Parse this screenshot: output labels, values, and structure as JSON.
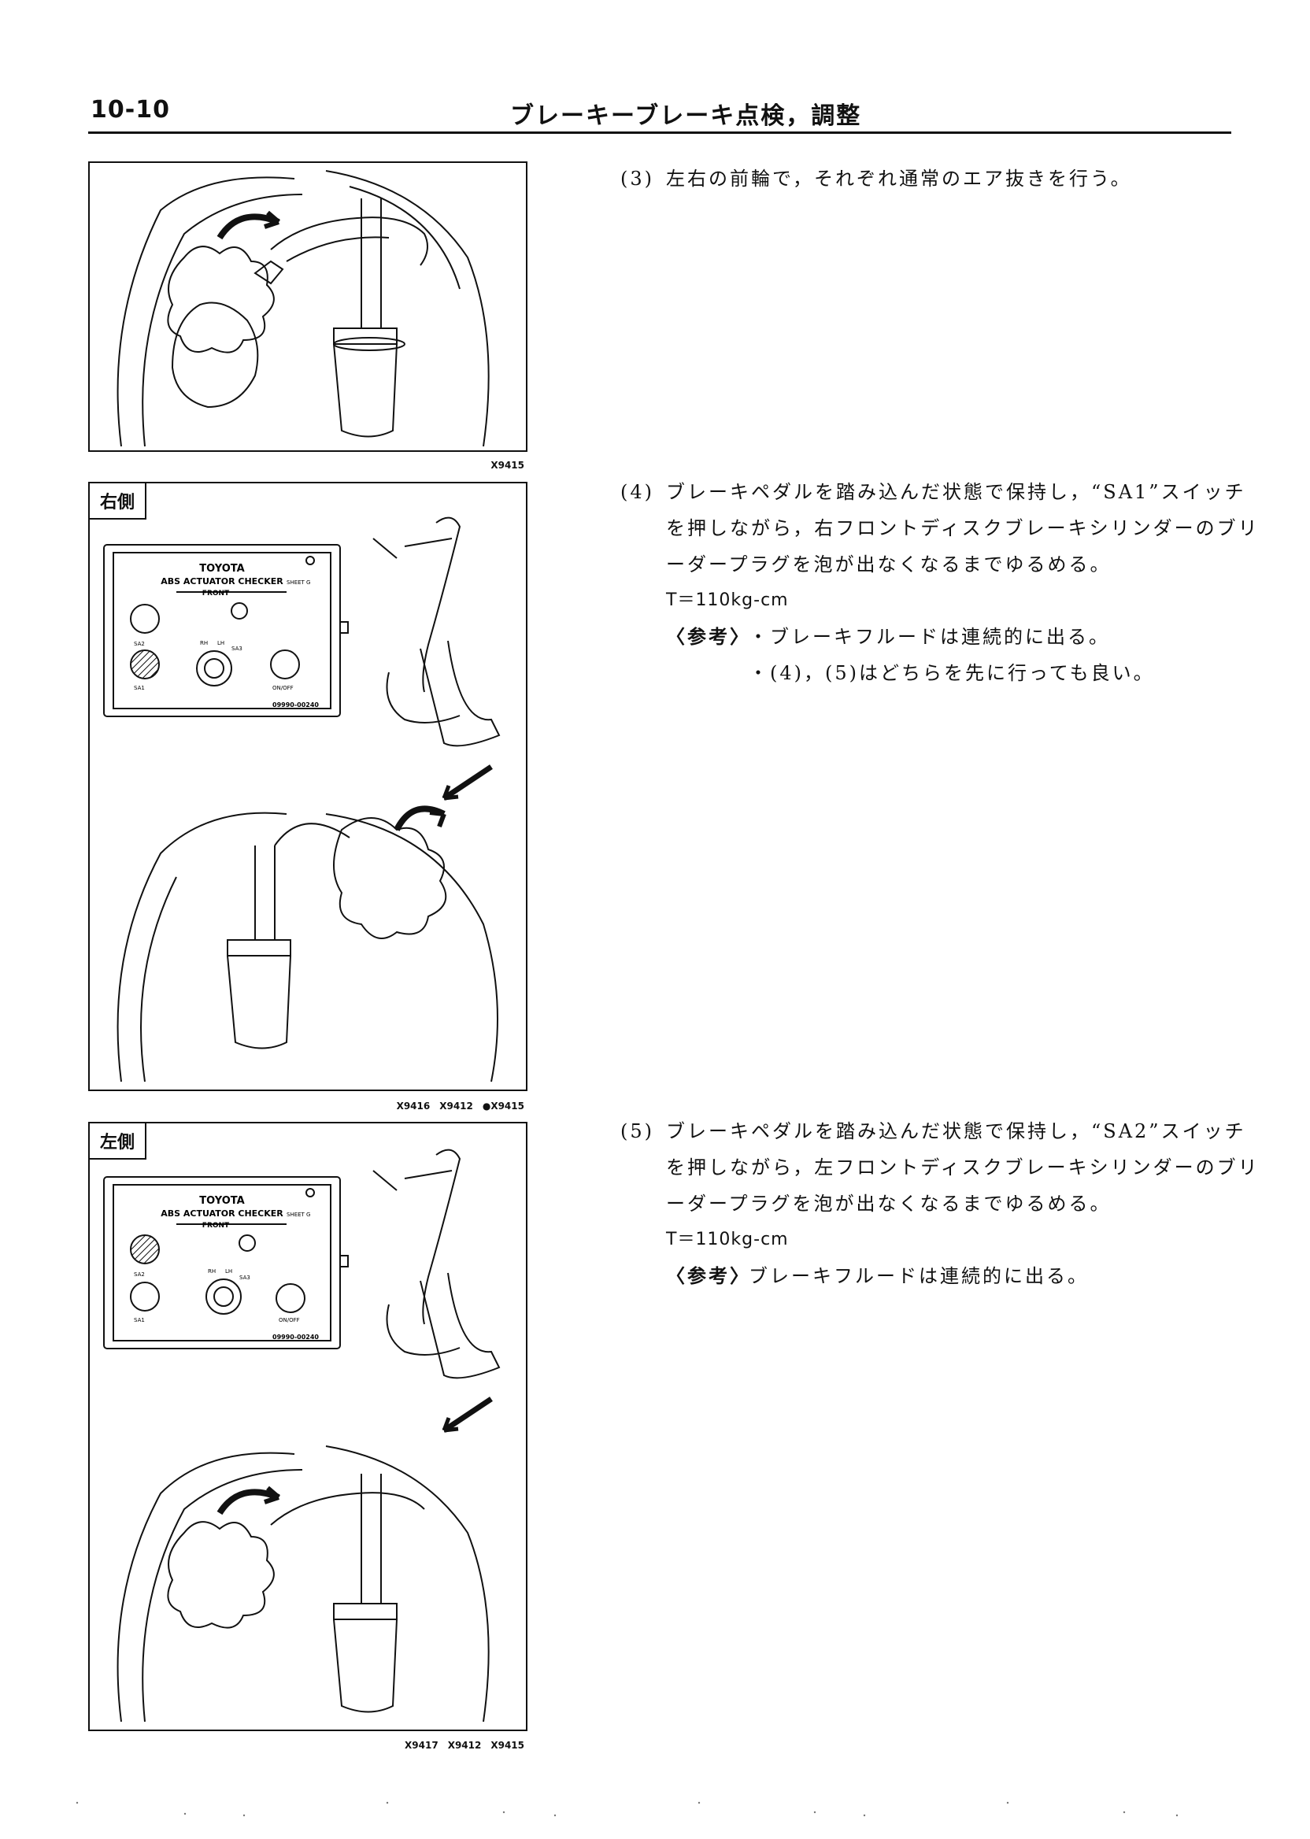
{
  "header": {
    "page_number": "10-10",
    "title": "ブレーキーブレーキ点検，調整"
  },
  "figures": [
    {
      "codes": "X9415"
    },
    {
      "label": "右側",
      "codes": "X9416　X9412　●X9415",
      "checker": {
        "brand": "TOYOTA",
        "name": "ABS ACTUATOR CHECKER",
        "front": "FRONT",
        "sheet": "SHEET G",
        "sa2": "SA2",
        "sa1": "SA1",
        "sa3": "SA3",
        "rh": "RH",
        "lh": "LH",
        "onoff": "ON/OFF",
        "part": "09990-00240"
      }
    },
    {
      "label": "左側",
      "codes": "X9417　X9412　X9415",
      "checker": {
        "brand": "TOYOTA",
        "name": "ABS ACTUATOR CHECKER",
        "front": "FRONT",
        "sheet": "SHEET G",
        "sa2": "SA2",
        "sa1": "SA1",
        "sa3": "SA3",
        "rh": "RH",
        "lh": "LH",
        "onoff": "ON/OFF",
        "part": "09990-00240"
      }
    }
  ],
  "steps": [
    {
      "num": "(3)",
      "lines": [
        "左右の前輪で，それぞれ通常のエア抜きを行う。"
      ]
    },
    {
      "num": "(4)",
      "lines": [
        "ブレーキペダルを踏み込んだ状態で保持し，“SA1”スイッチ",
        "を押しながら，右フロントディスクブレーキシリンダーのブリ",
        "ーダープラグを泡が出なくなるまでゆるめる。"
      ],
      "torque": "T＝110kg-cm",
      "note_label": "〈参考〉",
      "notes": [
        "・ブレーキフルードは連続的に出る。",
        "・(4)，(5)はどちらを先に行っても良い。"
      ]
    },
    {
      "num": "(5)",
      "lines": [
        "ブレーキペダルを踏み込んだ状態で保持し，“SA2”スイッチ",
        "を押しながら，左フロントディスクブレーキシリンダーのブリ",
        "ーダープラグを泡が出なくなるまでゆるめる。"
      ],
      "torque": "T＝110kg-cm",
      "note_label": "〈参考〉",
      "notes": [
        "ブレーキフルードは連続的に出る。"
      ]
    }
  ]
}
